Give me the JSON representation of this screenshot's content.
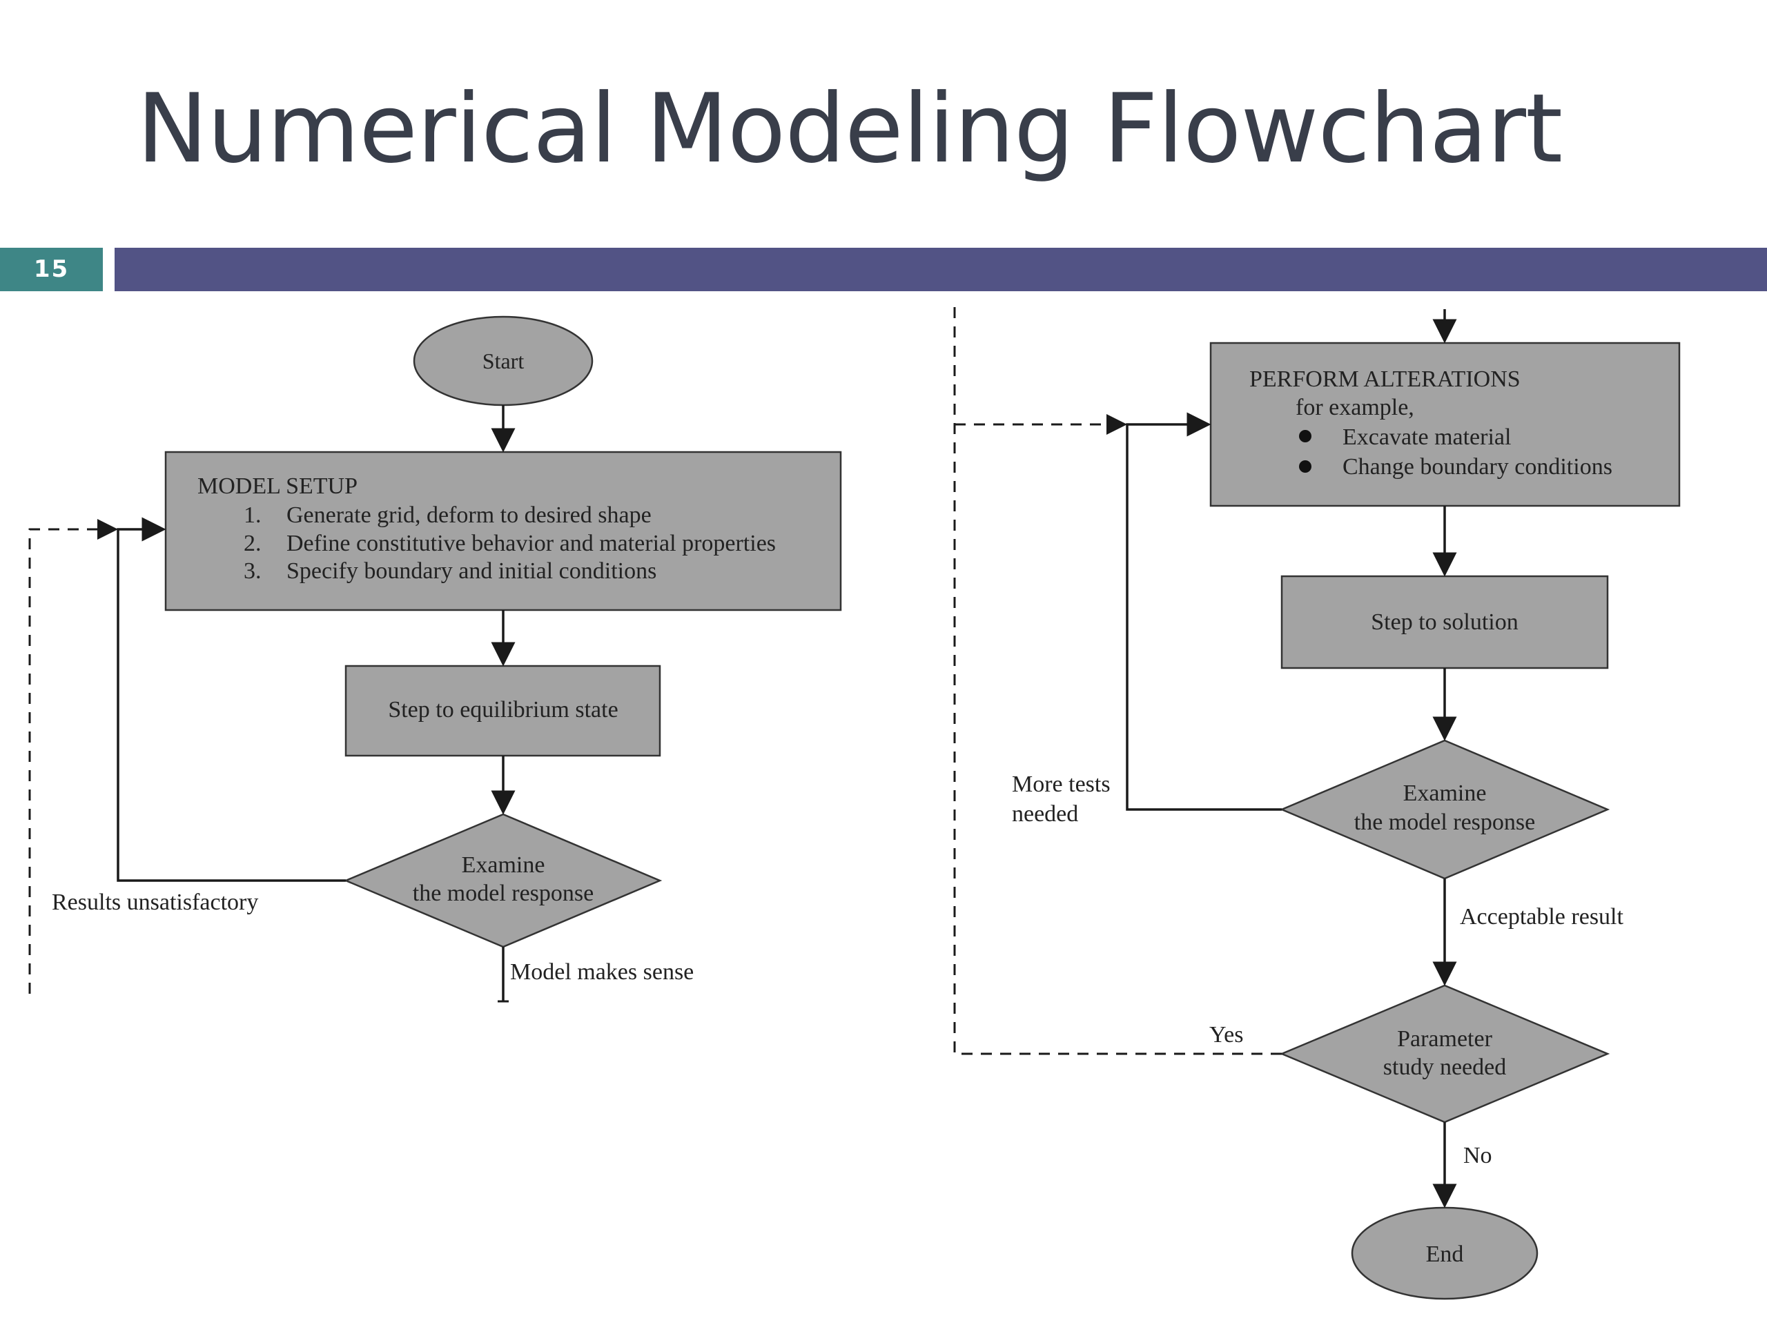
{
  "slide": {
    "title": "Numerical Modeling Flowchart",
    "number": "15"
  },
  "colors": {
    "title_text": "#393e4a",
    "title_rule": "#525385",
    "slide_number_background": "#3e8686",
    "shape_fill": "#a3a3a3",
    "shape_stroke": "#333333",
    "connector": "#1a1a1a"
  },
  "flowchart": {
    "start": {
      "label": "Start"
    },
    "model_setup": {
      "heading": "MODEL SETUP",
      "items": [
        {
          "number": "1.",
          "text": "Generate grid, deform to desired shape"
        },
        {
          "number": "2.",
          "text": "Define constitutive behavior and material properties"
        },
        {
          "number": "3.",
          "text": "Specify boundary and initial conditions"
        }
      ]
    },
    "step_equilibrium": {
      "label": "Step to equilibrium state"
    },
    "examine_1": {
      "line1": "Examine",
      "line2": "the model response"
    },
    "results_unsatisfactory": "Results unsatisfactory",
    "model_makes_sense": "Model makes sense",
    "perform_alterations": {
      "heading": "PERFORM ALTERATIONS",
      "subheading": "for example,",
      "bullets": [
        "Excavate material",
        "Change boundary conditions"
      ]
    },
    "step_solution": {
      "label": "Step to solution"
    },
    "examine_2": {
      "line1": "Examine",
      "line2": "the model response"
    },
    "more_tests": {
      "line1": "More tests",
      "line2": "needed"
    },
    "acceptable_result": "Acceptable result",
    "parameter_study": {
      "line1": "Parameter",
      "line2": "study needed"
    },
    "yes_label": "Yes",
    "no_label": "No",
    "end": {
      "label": "End"
    }
  }
}
